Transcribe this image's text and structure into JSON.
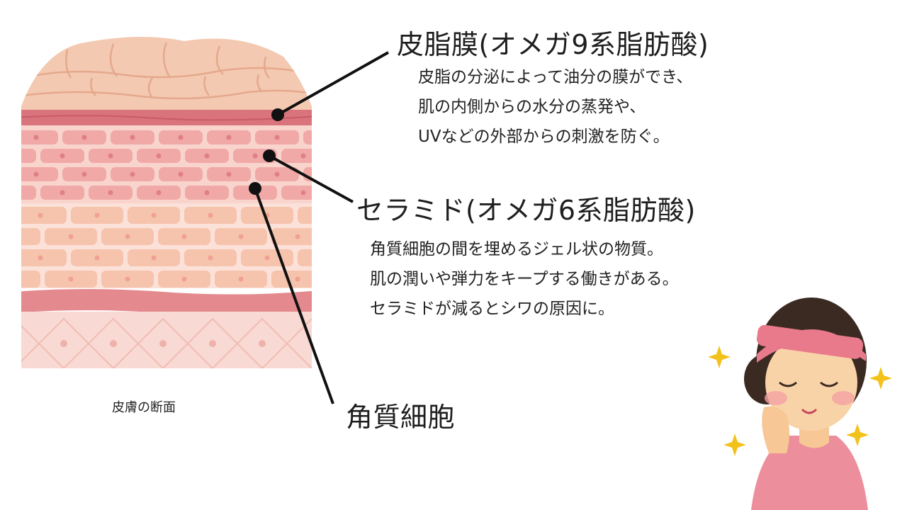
{
  "labels": {
    "sebum_title": "皮脂膜(オメガ9系脂肪酸)",
    "sebum_lines": [
      "皮脂の分泌によって油分の膜ができ、",
      "肌の内側からの水分の蒸発や、",
      "UVなどの外部からの刺激を防ぐ。"
    ],
    "ceramide_title": "セラミド(オメガ6系脂肪酸)",
    "ceramide_lines": [
      "角質細胞の間を埋めるジェル状の物質。",
      "肌の潤いや弾力をキープする働きがある。",
      "セラミドが減るとシワの原因に。"
    ],
    "corneocyte_title": "角質細胞",
    "caption": "皮膚の断面"
  },
  "colors": {
    "surface": "#f4c9b1",
    "surface_line": "#e4a98c",
    "sebum_band": "#d9747c",
    "cell_fill": "#f0a9a6",
    "cell_bg": "#f8d4cd",
    "lower_cell": "#f6c3ad",
    "dermis_band": "#e48a8f",
    "dermis": "#f8d9d3",
    "leader": "#111111"
  }
}
